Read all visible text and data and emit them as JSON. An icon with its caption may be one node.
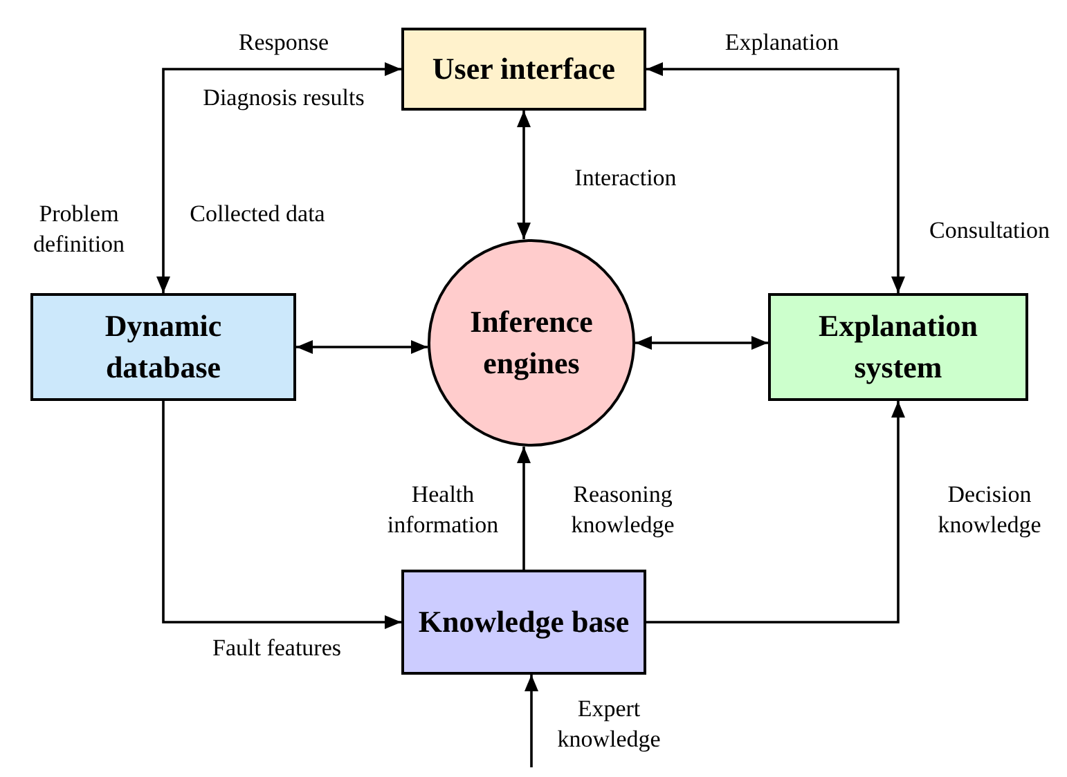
{
  "diagram": {
    "nodes": [
      {
        "text": [
          "User interface"
        ]
      },
      {
        "text": [
          "Dynamic database"
        ]
      },
      {
        "text": [
          "Inference engines"
        ]
      },
      {
        "text": [
          "Explanation system"
        ]
      },
      {
        "text": [
          "Knowledge base"
        ]
      }
    ],
    "edges": [
      {
        "from": 0,
        "to": 1,
        "arrow": "both"
      },
      {
        "from": 0,
        "to": 3,
        "arrow": "both"
      },
      {
        "from": 0,
        "to": 2,
        "arrow": "both"
      },
      {
        "from": 1,
        "to": 2,
        "arrow": "both"
      },
      {
        "from": 2,
        "to": 3,
        "arrow": "both"
      },
      {
        "from": 4,
        "to": 2,
        "arrow": "to"
      },
      {
        "from": 1,
        "to": 4,
        "arrow": "to"
      },
      {
        "from": 4,
        "to": 3,
        "arrow": "to"
      },
      {
        "from": null,
        "to": 4,
        "arrow": "to"
      }
    ],
    "labels": [
      "Response",
      "Explanation",
      "Diagnosis results",
      "Interaction",
      "Problem definition",
      "Collected data",
      "Consultation",
      "Health information",
      "Reasoning knowledge",
      "Decision knowledge",
      "Fault features",
      "Expert knowledge"
    ]
  }
}
